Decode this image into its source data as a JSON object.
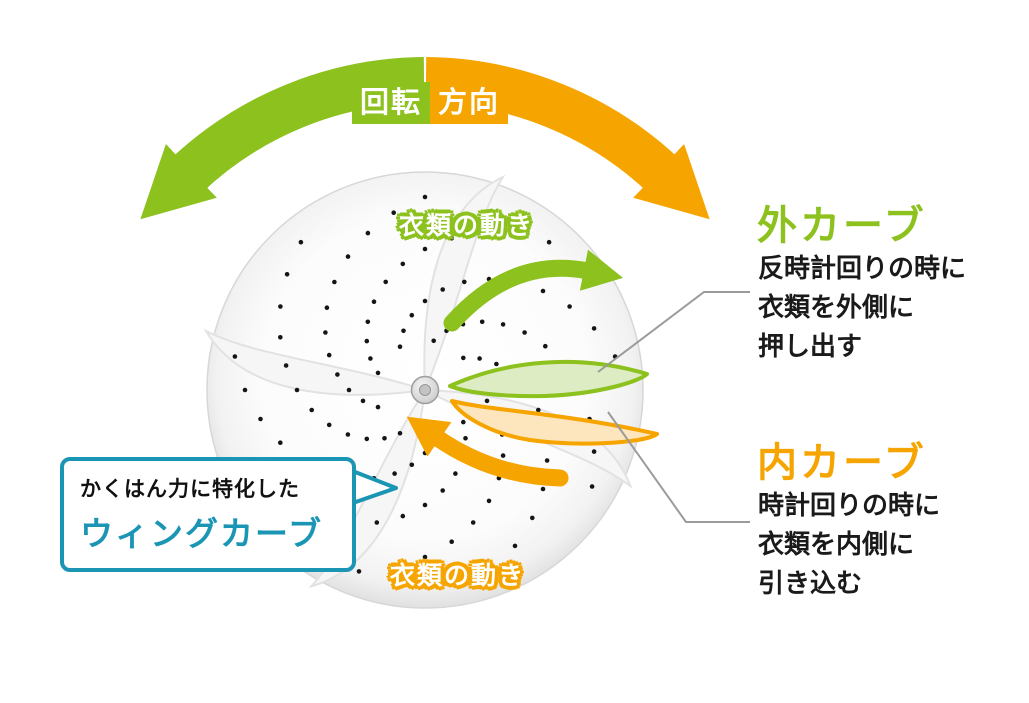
{
  "colors": {
    "green": "#8cc11e",
    "orange": "#f6a400",
    "teal": "#1b95b4",
    "dark": "#1a1a1a",
    "connector": "#9b9b9b"
  },
  "rotation": {
    "label_left": "回転",
    "label_right": "方向"
  },
  "cloth_motion": {
    "top": "衣類の動き",
    "bottom": "衣類の動き"
  },
  "outer_curve": {
    "title": "外カーブ",
    "lines": [
      "反時計回りの時に",
      "衣類を外側に",
      "押し出す"
    ]
  },
  "inner_curve": {
    "title": "内カーブ",
    "lines": [
      "時計回りの時に",
      "衣類を内側に",
      "引き込む"
    ]
  },
  "callout": {
    "line1": "かくはん力に特化した",
    "line2": "ウィングカーブ"
  },
  "icons": {
    "rotation_arc": "double-curved-arrow",
    "center_cap": "pulsator-center-screw"
  }
}
